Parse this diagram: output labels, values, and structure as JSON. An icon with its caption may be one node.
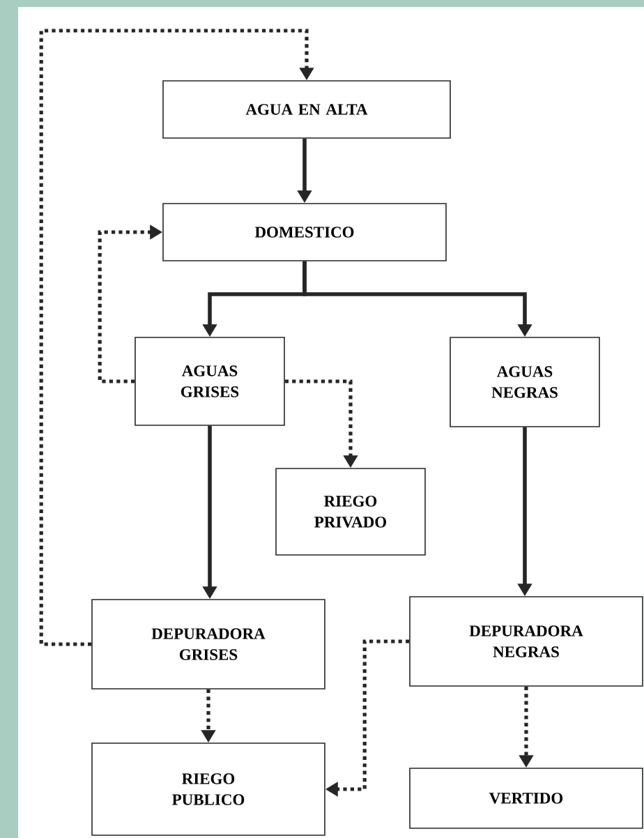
{
  "diagram": {
    "nodes": [
      {
        "text": [
          "AGUA EN ALTA"
        ]
      },
      {
        "text": [
          "DOMESTICO"
        ]
      },
      {
        "text": [
          "AGUAS GRISES"
        ]
      },
      {
        "text": [
          "AGUAS NEGRAS"
        ]
      },
      {
        "text": [
          "RIEGO PRIVADO"
        ]
      },
      {
        "text": [
          "DEPURADORA GRISES"
        ]
      },
      {
        "text": [
          "DEPURADORA NEGRAS"
        ]
      },
      {
        "text": [
          "RIEGO PUBLICO"
        ]
      },
      {
        "text": [
          "VERTIDO"
        ]
      }
    ],
    "edges": [
      {
        "from": 0,
        "to": 1,
        "arrow": "to"
      },
      {
        "from": 1,
        "to": 2,
        "arrow": "to"
      },
      {
        "from": 1,
        "to": 3,
        "arrow": "to"
      },
      {
        "from": 2,
        "to": 1,
        "arrow": "to",
        "style": "dashed"
      },
      {
        "from": 2,
        "to": 4,
        "arrow": "to",
        "style": "dashed"
      },
      {
        "from": 2,
        "to": 5,
        "arrow": "to"
      },
      {
        "from": 3,
        "to": 6,
        "arrow": "to"
      },
      {
        "from": 5,
        "to": 0,
        "arrow": "to",
        "style": "dashed"
      },
      {
        "from": 5,
        "to": 7,
        "arrow": "to",
        "style": "dashed"
      },
      {
        "from": 6,
        "to": 7,
        "arrow": "to",
        "style": "dashed"
      },
      {
        "from": 6,
        "to": 8,
        "arrow": "to",
        "style": "dashed"
      }
    ]
  }
}
